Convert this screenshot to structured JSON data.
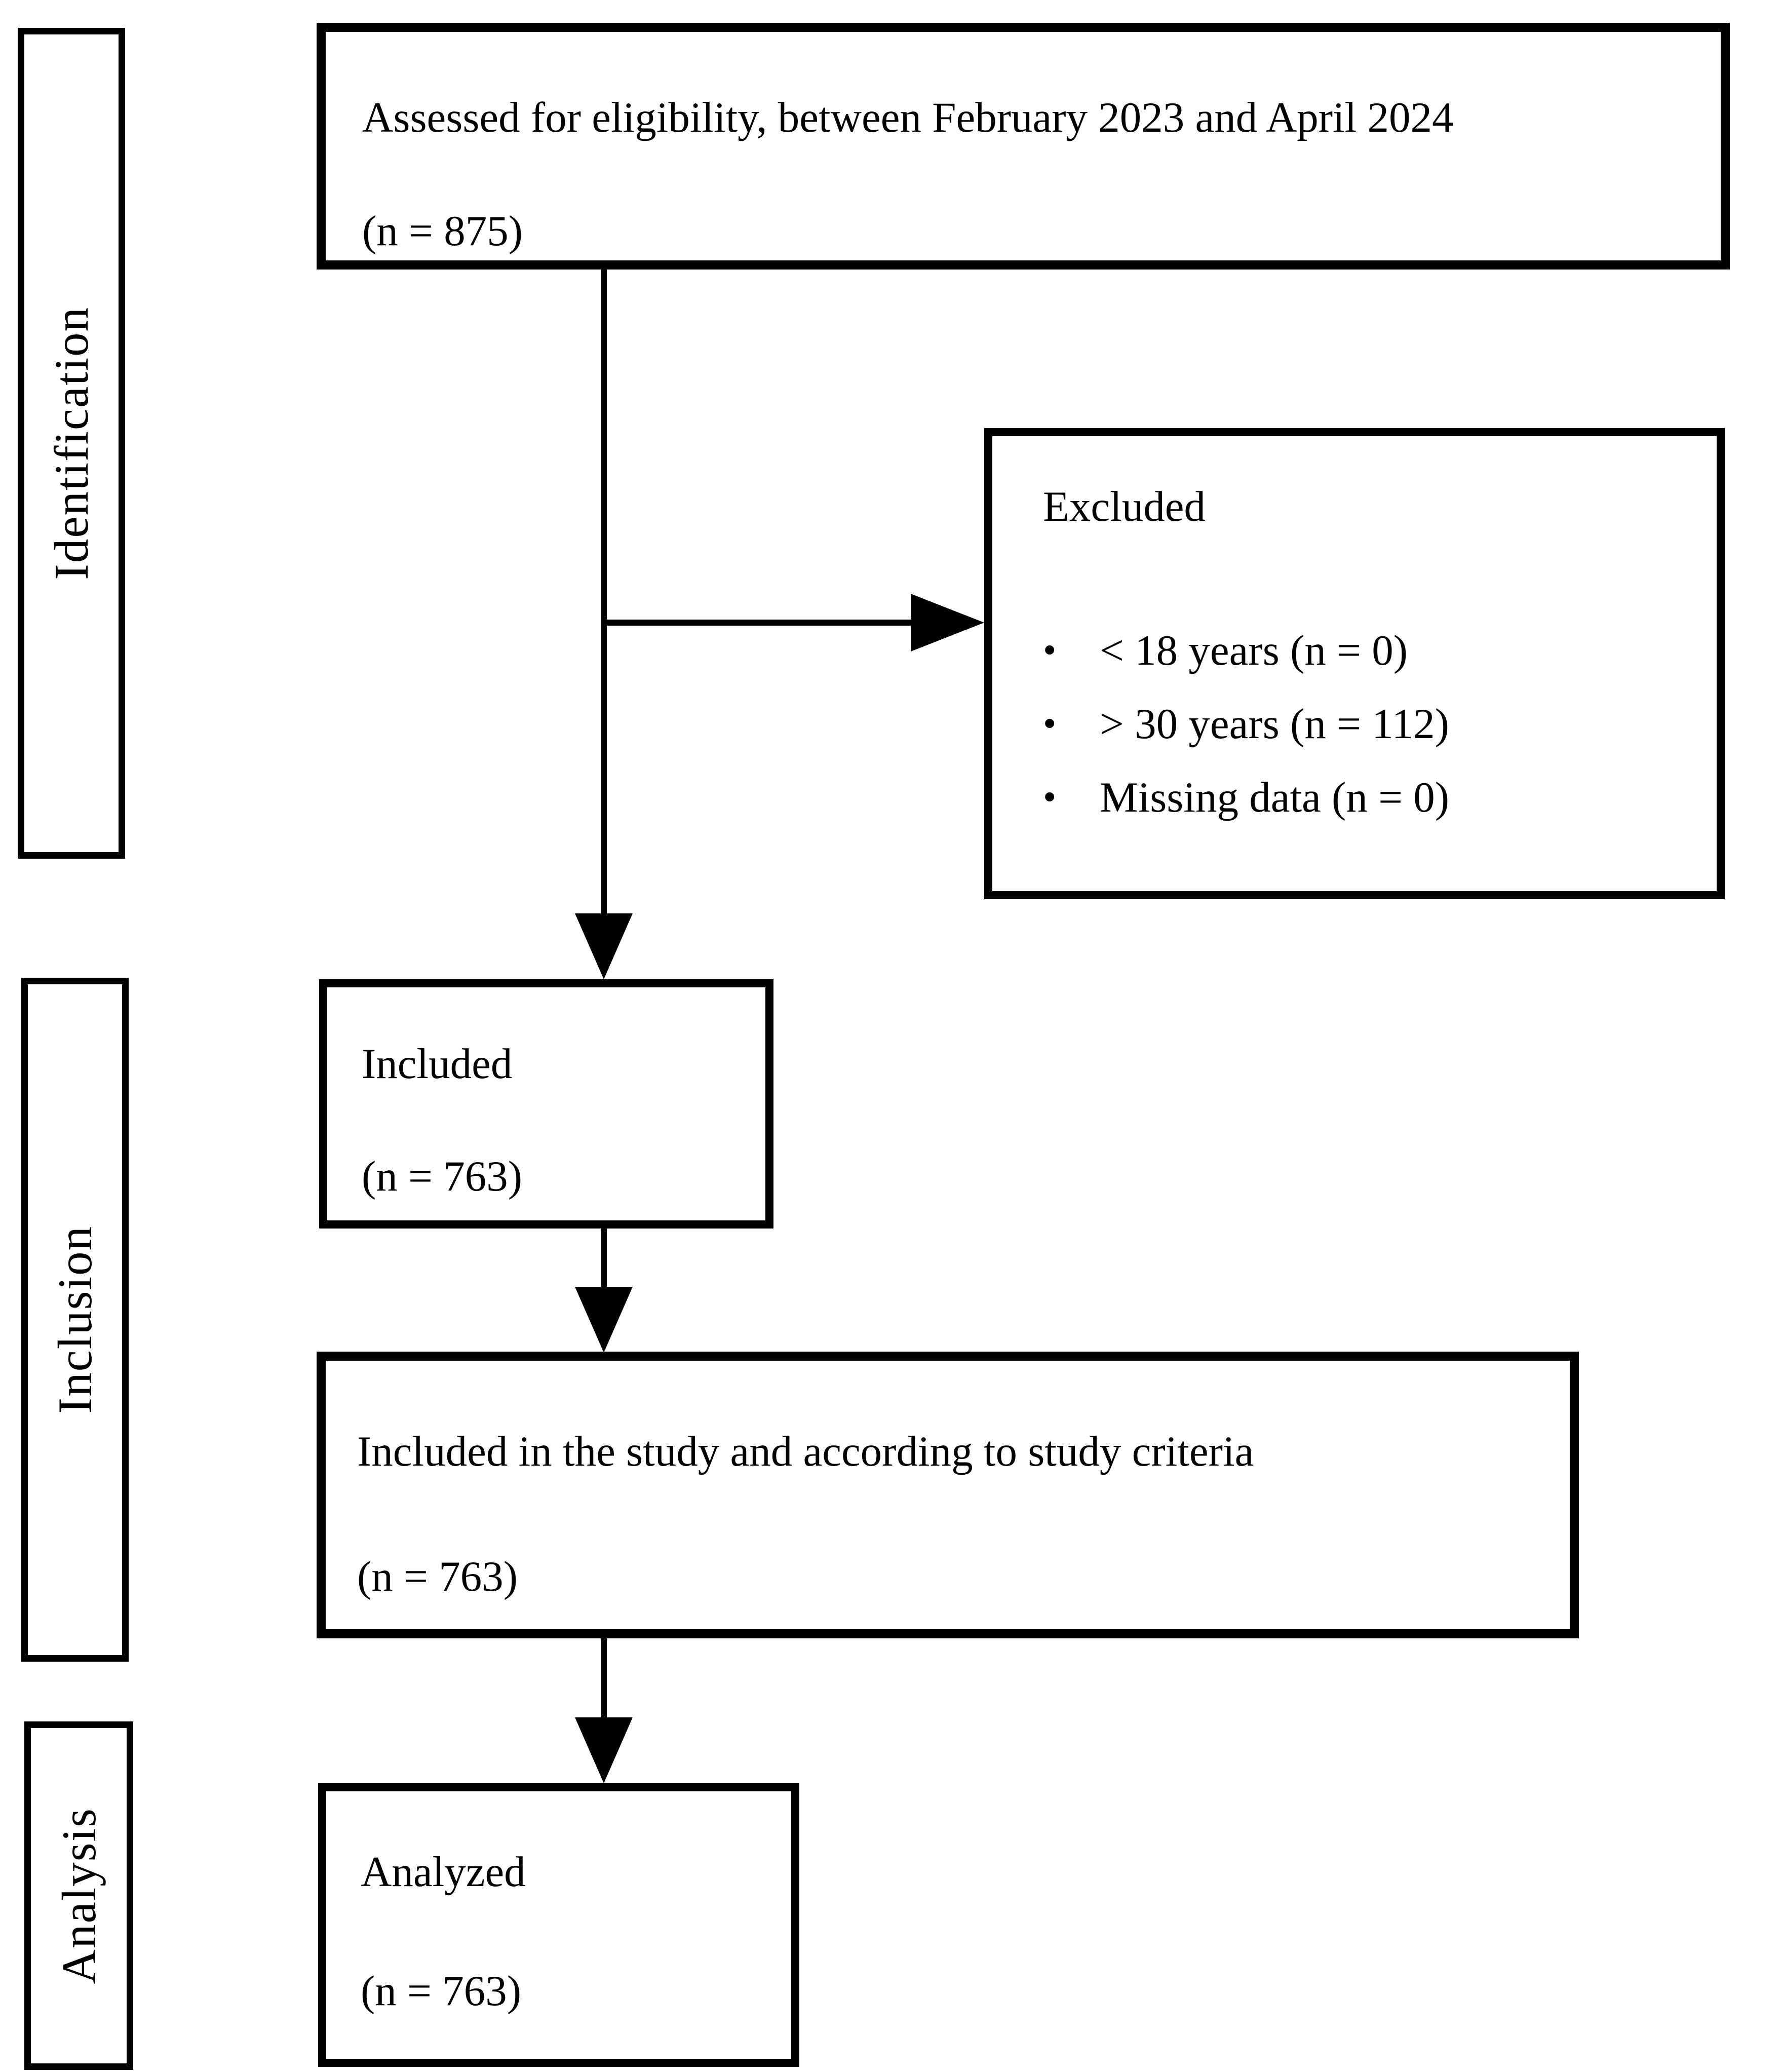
{
  "diagram": {
    "type": "study-flowchart",
    "stages": {
      "identification": "Identification",
      "inclusion": "Inclusion",
      "analysis": "Analysis"
    },
    "boxes": {
      "assessed": {
        "text": "Assessed for eligibility, between February 2023 and April 2024",
        "count": "(n = 875)"
      },
      "excluded": {
        "title": "Excluded",
        "bullets": [
          "< 18 years (n = 0)",
          "> 30 years (n = 112)",
          "Missing data (n = 0)"
        ]
      },
      "included": {
        "text": "Included",
        "count": "(n = 763)"
      },
      "included_in_study": {
        "text": "Included in the study and according to study criteria",
        "count": "(n = 763)"
      },
      "analyzed": {
        "text": "Analyzed",
        "count": "(n = 763)"
      }
    },
    "icons": {
      "bullet": "•"
    },
    "colors": {
      "foreground": "#000000",
      "background": "#ffffff"
    }
  }
}
